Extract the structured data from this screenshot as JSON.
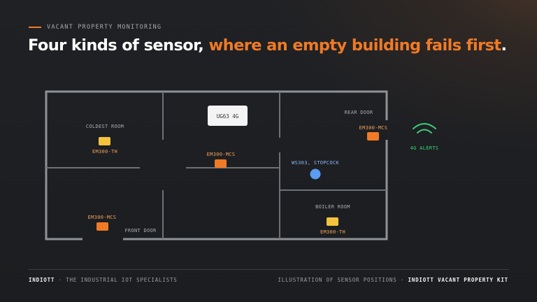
{
  "kicker": "VACANT PROPERTY MONITORING",
  "headline": {
    "part1": "Four kinds of sensor, ",
    "accent": "where an empty building fails first",
    "end": "."
  },
  "plan": {
    "gateway_label": "UG63 4G",
    "rooms": {
      "coldest": "COLDEST ROOM",
      "rear_door": "REAR DOOR",
      "boiler": "BOILER ROOM",
      "front_door": "FRONT DOOR"
    },
    "sensors": {
      "coldest_th": "EM300-TH",
      "center_mcs": "EM300-MCS",
      "rear_mcs": "EM300-MCS",
      "stopcock": "WS303, STOPCOCK",
      "front_mcs": "EM300-MCS",
      "boiler_th": "EM300-TH"
    },
    "alerts_label": "4G ALERTS"
  },
  "colors": {
    "accent": "#f07a25",
    "th_sensor": "#f5c33b",
    "mcs_sensor": "#f07a25",
    "leak_sensor": "#5b9cf0",
    "alert_green": "#3ed17a"
  },
  "footer": {
    "brand": "INDIOTT",
    "tagline": " · THE INDUSTRIAL IOT SPECIALISTS",
    "caption": "ILLUSTRATION OF SENSOR POSITIONS · ",
    "kit": "INDIOTT VACANT PROPERTY KIT"
  }
}
